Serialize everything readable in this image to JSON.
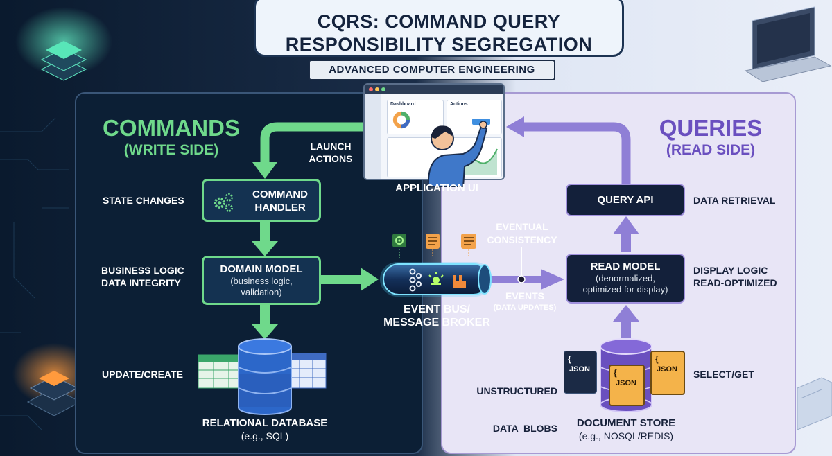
{
  "title": {
    "line1": "CQRS: COMMAND QUERY",
    "line2": "RESPONSIBILITY SEGREGATION"
  },
  "subtitle": "ADVANCED COMPUTER ENGINEERING",
  "write_side": {
    "heading": "COMMANDS",
    "subheading": "(WRITE SIDE)",
    "launch_label": [
      "LAUNCH",
      "ACTIONS"
    ],
    "state_changes": "STATE CHANGES",
    "business_labels": [
      "BUSINESS LOGIC",
      "DATA INTEGRITY"
    ],
    "update_create": "UPDATE/CREATE",
    "command_handler": [
      "COMMAND",
      "HANDLER"
    ],
    "domain_model": {
      "title": "DOMAIN MODEL",
      "desc": [
        "(business logic,",
        "validation)"
      ]
    },
    "database": {
      "title": "RELATIONAL DATABASE",
      "desc": "(e.g., SQL)"
    }
  },
  "app_ui": {
    "caption": "APPLICATION UI",
    "card1": "Dashboard",
    "card2": "Actions"
  },
  "event_bus": {
    "caption": [
      "EVENT BUS/",
      "MESSAGE BROKER"
    ],
    "eventual": [
      "EVENTUAL",
      "CONSISTENCY"
    ],
    "events": "EVENTS",
    "events_sub": "(DATA UPDATES)"
  },
  "read_side": {
    "heading": "QUERIES",
    "subheading": "(READ SIDE)",
    "query_api": "QUERY API",
    "data_retrieval": "DATA RETRIEVAL",
    "read_model": {
      "title": "READ MODEL",
      "desc": [
        "(denormalized,",
        "optimized for display)"
      ]
    },
    "display_labels": [
      "DISPLAY LOGIC",
      "READ-OPTIMIZED"
    ],
    "unstructured": [
      "UNSTRUCTURED",
      "DATA  BLOBS"
    ],
    "select_get": "SELECT/GET",
    "store": {
      "title": "DOCUMENT STORE",
      "desc": "(e.g., NOSQL/REDIS)"
    },
    "json_label": "JSON",
    "json_brace": "{"
  },
  "colors": {
    "write_accent": "#6fd98b",
    "read_accent": "#8f7fd6",
    "bus_glow": "#4fd3ff"
  }
}
